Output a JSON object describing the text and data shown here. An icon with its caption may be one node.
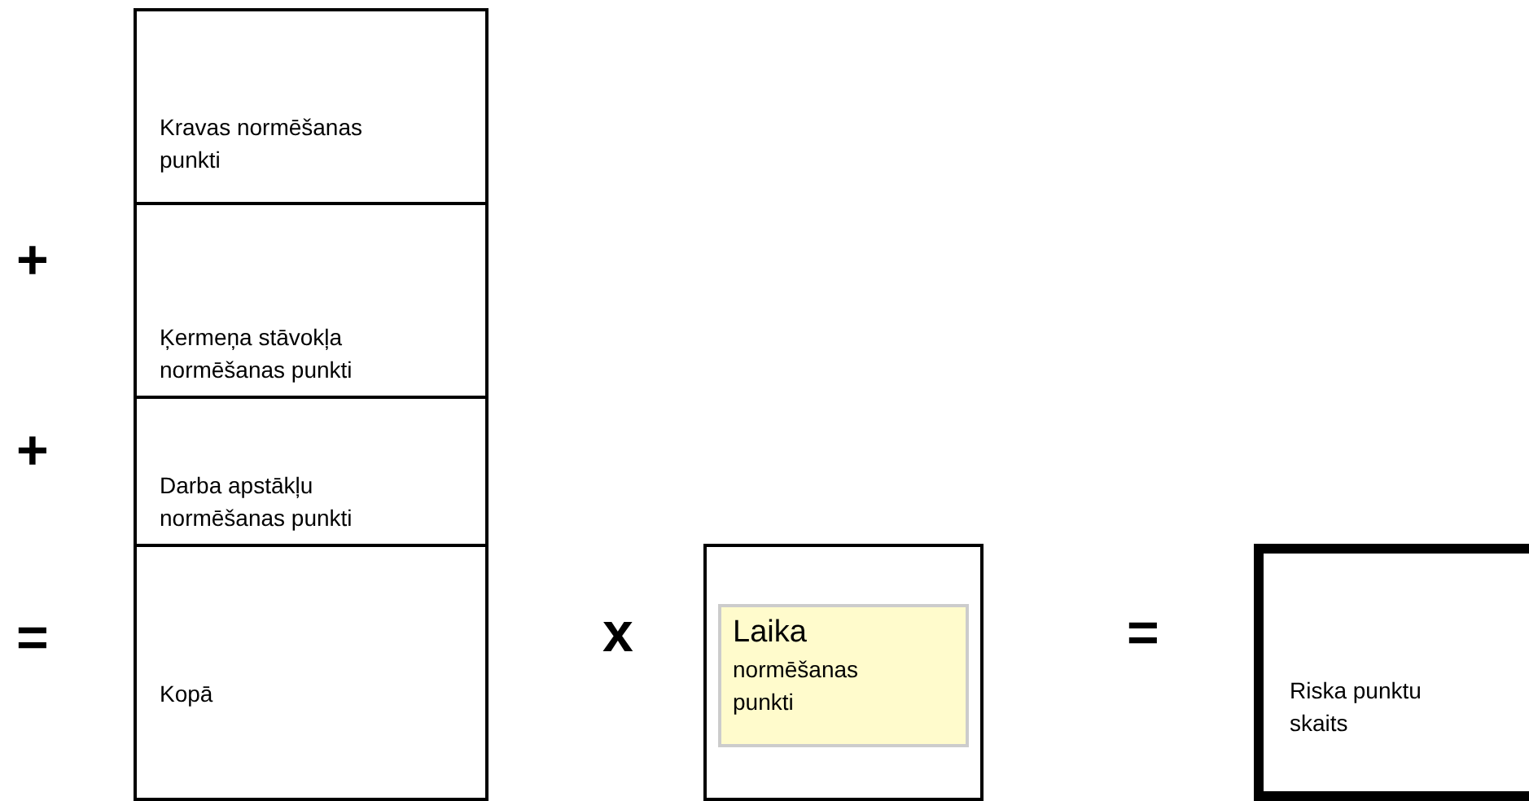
{
  "diagram": {
    "nodes": [
      {
        "text": [
          "Kravas normēšanas punkti"
        ]
      },
      {
        "text": [
          "Ķermeņa stāvokļa normēšanas punkti"
        ]
      },
      {
        "text": [
          "Darba apstākļu normēšanas punkti"
        ]
      },
      {
        "text": [
          "Kopā"
        ]
      },
      {
        "text": [],
        "shape": "box"
      },
      {
        "text": [
          "Laika",
          "normēšanas punkti"
        ],
        "in": 4
      },
      {
        "text": [
          "Riska punktu skaits"
        ]
      }
    ],
    "labels": [
      "+",
      "+",
      "=",
      "x",
      "="
    ]
  }
}
